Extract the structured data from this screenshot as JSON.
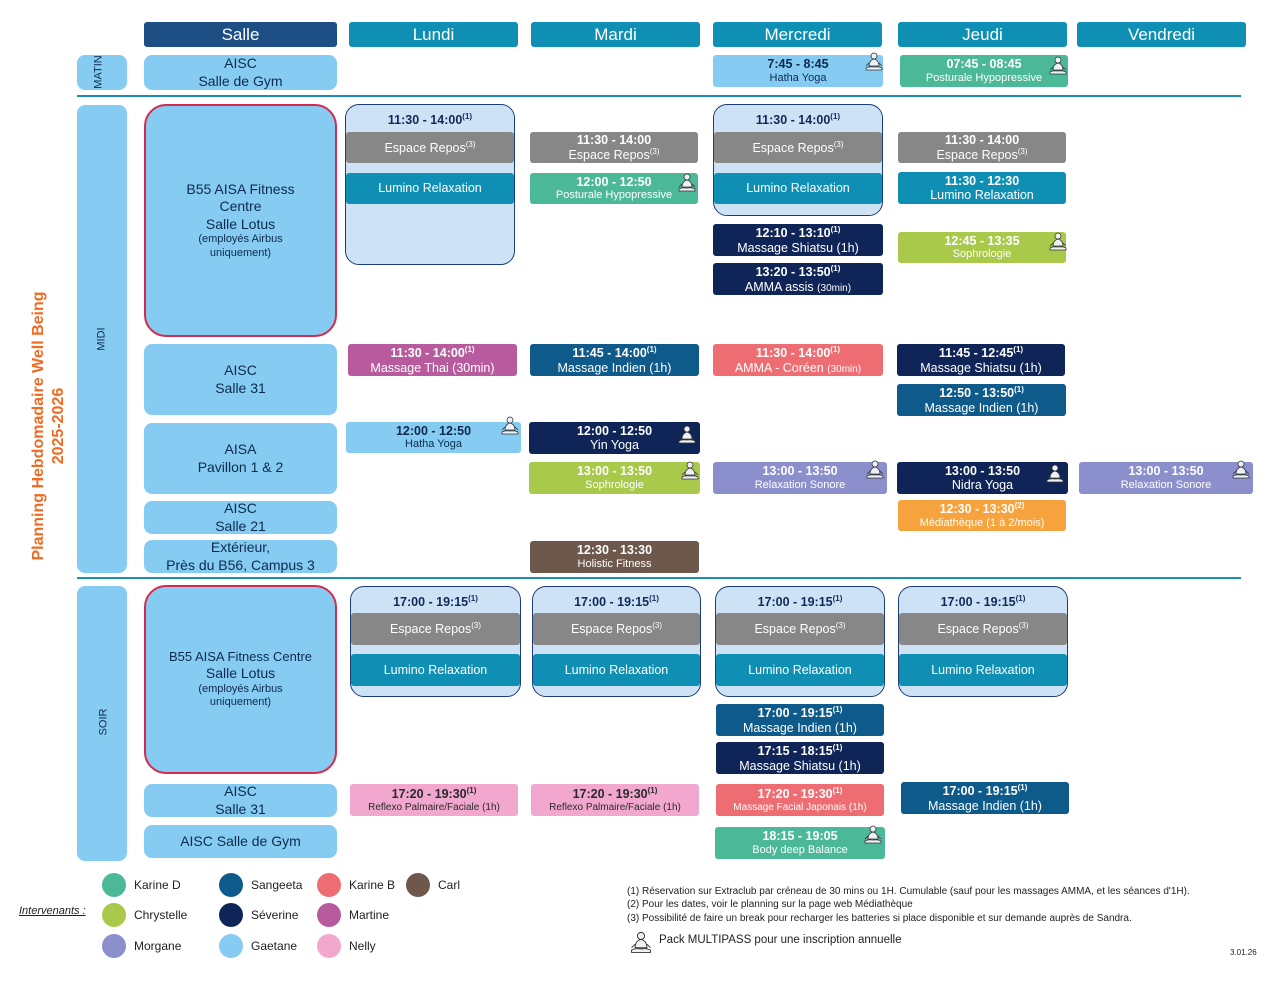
{
  "title": {
    "line1a": "Planning Hebdomadaire ",
    "line1b": "Well Being",
    "line2": "2025-2026"
  },
  "headers": {
    "salle": "Salle",
    "days": [
      "Lundi",
      "Mardi",
      "Mercredi",
      "Jeudi",
      "Vendredi"
    ]
  },
  "sections": {
    "matin": "MATIN",
    "midi": "MIDI",
    "soir": "SOIR"
  },
  "rooms": {
    "aisc_gym_matin": [
      "AISC",
      "Salle de Gym"
    ],
    "b55_midi": [
      "B55 AISA Fitness",
      "Centre",
      "Salle Lotus",
      "(employés Airbus",
      "uniquement)"
    ],
    "aisc31_midi": [
      "AISC",
      "Salle 31"
    ],
    "aisa_pav": [
      "AISA",
      "Pavillon 1 & 2"
    ],
    "aisc21": [
      "AISC",
      "Salle 21"
    ],
    "exterieur": [
      "Extérieur,",
      "Près du B56, Campus 3"
    ],
    "b55_soir": [
      "B55 AISA Fitness Centre",
      "Salle Lotus",
      "(employés Airbus",
      "uniquement)"
    ],
    "aisc31_soir": [
      "AISC",
      "Salle 31"
    ],
    "aisc_gym_soir": "AISC Salle de Gym"
  },
  "events": {
    "mer_matin": {
      "time": "7:45 - 8:45",
      "name": "Hatha Yoga"
    },
    "jeu_matin": {
      "time": "07:45 - 08:45",
      "name": "Posturale Hypopressive"
    },
    "lun_midi_grp": {
      "time": "11:30 - 14:00",
      "sup": "(1)",
      "repos": "Espace Repos",
      "repos_sup": "(3)",
      "lumino": "Lumino Relaxation"
    },
    "mar_midi_repos": {
      "time": "11:30 - 14:00",
      "name": "Espace Repos",
      "sup": "(3)"
    },
    "mar_midi_post": {
      "time": "12:00 - 12:50",
      "name": "Posturale Hypopressive"
    },
    "mer_midi_grp": {
      "time": "11:30 - 14:00",
      "sup": "(1)",
      "repos": "Espace Repos",
      "repos_sup": "(3)",
      "lumino": "Lumino Relaxation"
    },
    "mer_midi_shiatsu": {
      "time": "12:10 - 13:10",
      "sup": "(1)",
      "name": "Massage Shiatsu (1h)"
    },
    "mer_midi_amma": {
      "time": "13:20 - 13:50",
      "sup": "(1)",
      "name": "AMMA assis",
      "name2": "(30min)"
    },
    "jeu_midi_repos": {
      "time": "11:30 - 14:00",
      "name": "Espace Repos",
      "sup": "(3)"
    },
    "jeu_midi_lumino": {
      "time": "11:30 - 12:30",
      "name": "Lumino Relaxation"
    },
    "jeu_midi_sophro": {
      "time": "12:45 - 13:35",
      "name": "Sophrologie"
    },
    "lun_31_thai": {
      "time": "11:30 - 14:00",
      "sup": "(1)",
      "name": "Massage Thai (30min)"
    },
    "mar_31_indien": {
      "time": "11:45 - 14:00",
      "sup": "(1)",
      "name": "Massage Indien (1h)"
    },
    "mer_31_amma": {
      "time": "11:30 - 14:00",
      "sup": "(1)",
      "name": "AMMA -  Coréen",
      "name2": "(30min)"
    },
    "jeu_31_shiatsu": {
      "time": "11:45 - 12:45",
      "sup": "(1)",
      "name": "Massage Shiatsu (1h)"
    },
    "jeu_31_indien": {
      "time": "12:50 - 13:50",
      "sup": "(1)",
      "name": "Massage Indien (1h)"
    },
    "lun_pav_hatha": {
      "time": "12:00 - 12:50",
      "name": "Hatha Yoga"
    },
    "mar_pav_yin": {
      "time": "12:00 - 12:50",
      "name": "Yin Yoga"
    },
    "mar_pav_sophro": {
      "time": "13:00 - 13:50",
      "name": "Sophrologie"
    },
    "mer_pav_sonore": {
      "time": "13:00 - 13:50",
      "name": "Relaxation Sonore"
    },
    "jeu_pav_nidra": {
      "time": "13:00 - 13:50",
      "name": "Nidra Yoga"
    },
    "ven_pav_sonore": {
      "time": "13:00 - 13:50",
      "name": "Relaxation Sonore"
    },
    "jeu_21_media": {
      "time": "12:30 - 13:30",
      "sup": "(2)",
      "name": "Médiathèque (1 à 2/mois)"
    },
    "mar_ext_holistic": {
      "time": "12:30 - 13:30",
      "name": "Holistic Fitness"
    },
    "soir_grp": {
      "time": "17:00 - 19:15",
      "sup": "(1)",
      "repos": "Espace Repos",
      "repos_sup": "(3)",
      "lumino": "Lumino Relaxation"
    },
    "mer_soir_indien": {
      "time": "17:00 - 19:15",
      "sup": "(1)",
      "name": "Massage Indien (1h)"
    },
    "mer_soir_shiatsu": {
      "time": "17:15 - 18:15",
      "sup": "(1)",
      "name": "Massage Shiatsu (1h)"
    },
    "lun_soir_reflexo": {
      "time": "17:20 - 19:30",
      "sup": "(1)",
      "name": "Reflexo Palmaire/Faciale (1h)"
    },
    "mar_soir_reflexo": {
      "time": "17:20 - 19:30",
      "sup": "(1)",
      "name": "Reflexo Palmaire/Faciale (1h)"
    },
    "mer_soir_facial": {
      "time": "17:20 - 19:30",
      "sup": "(1)",
      "name": "Massage Facial Japonais (1h)"
    },
    "jeu_soir_indien": {
      "time": "17:00 - 19:15",
      "sup": "(1)",
      "name": "Massage Indien (1h)"
    },
    "mer_gym_body": {
      "time": "18:15 - 19:05",
      "name": "Body deep Balance"
    }
  },
  "legend": {
    "label": "Intervenants :",
    "items": [
      {
        "name": "Karine D",
        "color": "#4bb898"
      },
      {
        "name": "Chrystelle",
        "color": "#a9c94a"
      },
      {
        "name": "Morgane",
        "color": "#8b90cc"
      },
      {
        "name": "Sangeeta",
        "color": "#0e5a8a"
      },
      {
        "name": "Séverine",
        "color": "#0f2558"
      },
      {
        "name": "Gaetane",
        "color": "#86ccf2"
      },
      {
        "name": "Karine B",
        "color": "#ee6d72"
      },
      {
        "name": "Martine",
        "color": "#b85b9e"
      },
      {
        "name": "Nelly",
        "color": "#f2a7cf"
      },
      {
        "name": "Carl",
        "color": "#6e574b"
      }
    ]
  },
  "notes": [
    "(1) Réservation sur Extraclub par créneau de 30 mins ou 1H. Cumulable (sauf pour les massages AMMA, et les séances d'1H).",
    "(2) Pour les dates, voir le planning sur la page web Médiathèque",
    "(3) Possibilité de faire un break pour recharger les batteries si place disponible et sur demande auprès de Sandra."
  ],
  "pack_label": "Pack MULTIPASS pour une inscription annuelle",
  "version": "3.01.26",
  "icons": {
    "yoga": "meditation-icon"
  }
}
